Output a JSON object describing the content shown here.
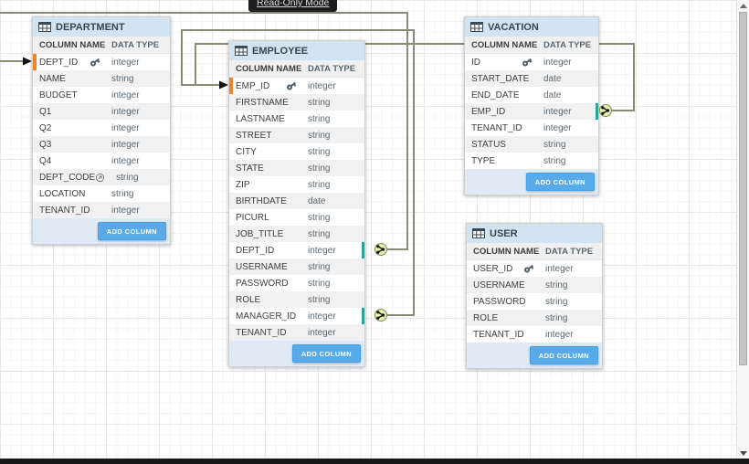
{
  "tooltip": {
    "label": "Read-Only Mode"
  },
  "tables": [
    {
      "id": "department",
      "title": "DEPARTMENT",
      "col_name_header": "COLUMN NAME",
      "col_type_header": "DATA TYPE",
      "add_button": "ADD COLUMN",
      "columns": [
        {
          "name": "DEPT_ID",
          "type": "integer",
          "icon": "key",
          "accent": "target"
        },
        {
          "name": "NAME",
          "type": "string"
        },
        {
          "name": "BUDGET",
          "type": "integer"
        },
        {
          "name": "Q1",
          "type": "integer"
        },
        {
          "name": "Q2",
          "type": "integer"
        },
        {
          "name": "Q3",
          "type": "integer"
        },
        {
          "name": "Q4",
          "type": "integer"
        },
        {
          "name": "DEPT_CODE",
          "type": "string",
          "icon": "derived"
        },
        {
          "name": "LOCATION",
          "type": "string"
        },
        {
          "name": "TENANT_ID",
          "type": "integer"
        }
      ]
    },
    {
      "id": "employee",
      "title": "EMPLOYEE",
      "col_name_header": "COLUMN NAME",
      "col_type_header": "DATA TYPE",
      "add_button": "ADD COLUMN",
      "columns": [
        {
          "name": "EMP_ID",
          "type": "integer",
          "icon": "key",
          "accent": "target"
        },
        {
          "name": "FIRSTNAME",
          "type": "string"
        },
        {
          "name": "LASTNAME",
          "type": "string"
        },
        {
          "name": "STREET",
          "type": "string"
        },
        {
          "name": "CITY",
          "type": "string"
        },
        {
          "name": "STATE",
          "type": "string"
        },
        {
          "name": "ZIP",
          "type": "string"
        },
        {
          "name": "BIRTHDATE",
          "type": "date"
        },
        {
          "name": "PICURL",
          "type": "string"
        },
        {
          "name": "JOB_TITLE",
          "type": "string"
        },
        {
          "name": "DEPT_ID",
          "type": "integer",
          "accent": "source"
        },
        {
          "name": "USERNAME",
          "type": "string"
        },
        {
          "name": "PASSWORD",
          "type": "string"
        },
        {
          "name": "ROLE",
          "type": "string"
        },
        {
          "name": "MANAGER_ID",
          "type": "integer",
          "accent": "source"
        },
        {
          "name": "TENANT_ID",
          "type": "integer"
        }
      ]
    },
    {
      "id": "vacation",
      "title": "VACATION",
      "col_name_header": "COLUMN NAME",
      "col_type_header": "DATA TYPE",
      "add_button": "ADD COLUMN",
      "columns": [
        {
          "name": "ID",
          "type": "integer",
          "icon": "key"
        },
        {
          "name": "START_DATE",
          "type": "date"
        },
        {
          "name": "END_DATE",
          "type": "date"
        },
        {
          "name": "EMP_ID",
          "type": "integer",
          "accent": "source"
        },
        {
          "name": "TENANT_ID",
          "type": "integer"
        },
        {
          "name": "STATUS",
          "type": "string"
        },
        {
          "name": "TYPE",
          "type": "string"
        }
      ]
    },
    {
      "id": "user",
      "title": "USER",
      "col_name_header": "COLUMN NAME",
      "col_type_header": "DATA TYPE",
      "add_button": "ADD COLUMN",
      "columns": [
        {
          "name": "USER_ID",
          "type": "integer",
          "icon": "key"
        },
        {
          "name": "USERNAME",
          "type": "string"
        },
        {
          "name": "PASSWORD",
          "type": "string"
        },
        {
          "name": "ROLE",
          "type": "string"
        },
        {
          "name": "TENANT_ID",
          "type": "integer"
        }
      ]
    }
  ],
  "relationships": [
    {
      "from": "EMPLOYEE.DEPT_ID",
      "to": "DEPARTMENT.DEPT_ID"
    },
    {
      "from": "EMPLOYEE.MANAGER_ID",
      "to": "EMPLOYEE.EMP_ID"
    },
    {
      "from": "VACATION.EMP_ID",
      "to": "EMPLOYEE.EMP_ID"
    }
  ],
  "icons": {
    "table_header": "table-grid-icon",
    "primary_key": "key-icon",
    "derived": "derived-value-icon",
    "connector": "crow-foot-connector-icon",
    "arrow": "relationship-arrow-icon"
  },
  "colors": {
    "table_header_bg": "#d2e4f1",
    "column_header_bg": "#f0f0f0",
    "footer_bg": "#dfeaf5",
    "button_blue": "#58aae9",
    "accent_orange": "#f0832a",
    "accent_teal": "#26a69a",
    "relationship_line": "#8a8a78",
    "connector_fill": "#e6f0ad",
    "tooltip_bg": "#1e1e1e"
  }
}
